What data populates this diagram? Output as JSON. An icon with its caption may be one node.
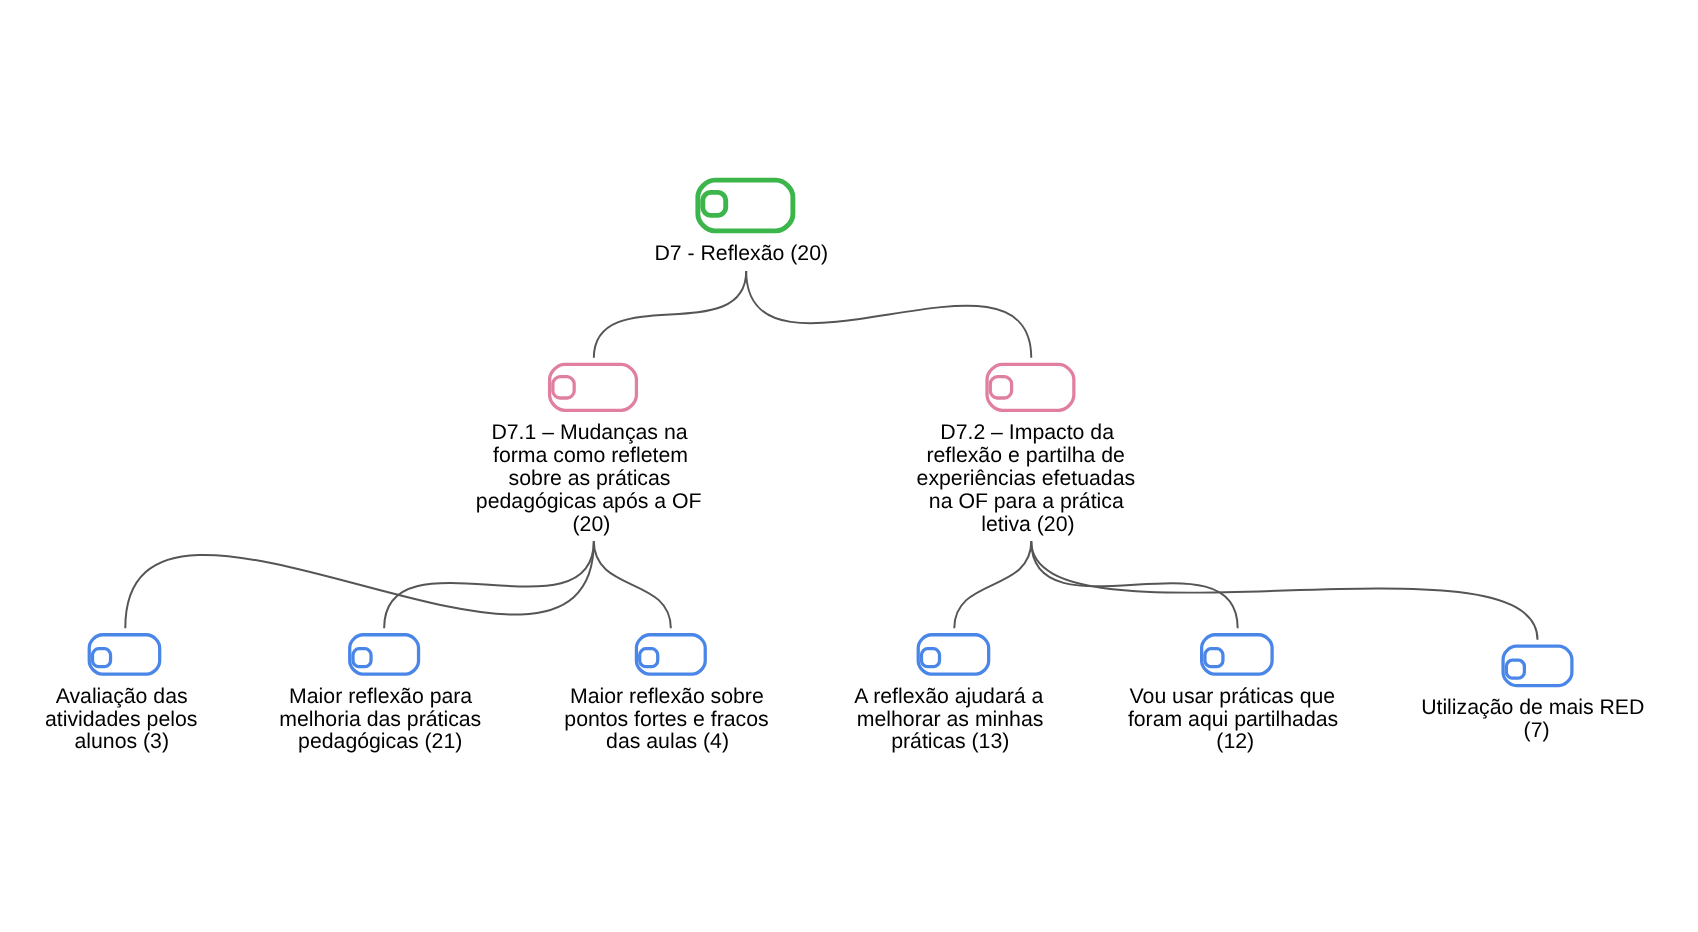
{
  "diagram": {
    "nodes": [
      {
        "text": [
          "D7 - Reflexão (20)"
        ]
      },
      {
        "text": [
          "D7.1 – Mudanças na forma como refletem sobre as práticas pedagógicas após a OF (20)"
        ]
      },
      {
        "text": [
          "D7.2 – Impacto da reflexão e partilha de experiências efetuadas na OF para a prática letiva (20)"
        ]
      },
      {
        "text": [
          "Avaliação das atividades pelos alunos (3)"
        ]
      },
      {
        "text": [
          "Maior reflexão para melhoria das práticas pedagógicas (21)"
        ]
      },
      {
        "text": [
          "Maior reflexão sobre pontos fortes e fracos das aulas (4)"
        ]
      },
      {
        "text": [
          "A reflexão ajudará a melhorar as minhas práticas (13)"
        ]
      },
      {
        "text": [
          "Vou usar práticas que foram aqui partilhadas (12)"
        ]
      },
      {
        "text": [
          "Utilização de mais RED (7)"
        ]
      }
    ],
    "edges": [
      {
        "from": 0,
        "to": 1,
        "arrow": "none"
      },
      {
        "from": 0,
        "to": 2,
        "arrow": "none"
      },
      {
        "from": 1,
        "to": 3,
        "arrow": "none"
      },
      {
        "from": 1,
        "to": 4,
        "arrow": "none"
      },
      {
        "from": 1,
        "to": 5,
        "arrow": "none"
      },
      {
        "from": 2,
        "to": 6,
        "arrow": "none"
      },
      {
        "from": 2,
        "to": 7,
        "arrow": "none"
      },
      {
        "from": 2,
        "to": 8,
        "arrow": "none"
      }
    ]
  }
}
